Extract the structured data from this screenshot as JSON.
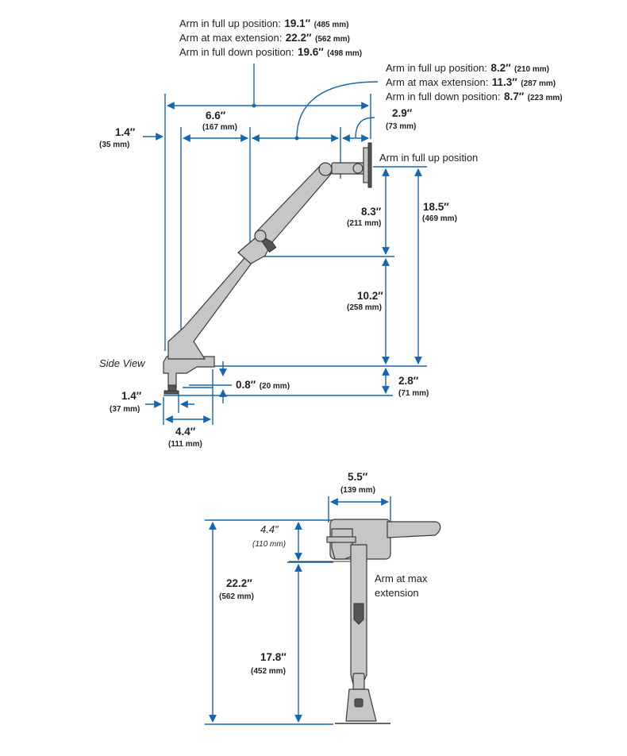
{
  "top_callout": {
    "line1_text": "Arm in full up position:",
    "line1_value": "19.1″",
    "line1_unit": "(485 mm)",
    "line2_text": "Arm at max extension:",
    "line2_value": "22.2″",
    "line2_unit": "(562 mm)",
    "line3_text": "Arm in full down position:",
    "line3_value": "19.6″",
    "line3_unit": "(498 mm)"
  },
  "right_callout": {
    "line1_text": "Arm in full up position:",
    "line1_value": "8.2″",
    "line1_unit": "(210 mm)",
    "line2_text": "Arm at max extension:",
    "line2_value": "11.3″",
    "line2_unit": "(287 mm)",
    "line3_text": "Arm in full down position:",
    "line3_value": "8.7″",
    "line3_unit": "(223 mm)"
  },
  "side_view": {
    "title": "Side View",
    "full_up_label": "Arm in full up position",
    "dims": {
      "d1_4_top": {
        "value": "1.4″",
        "unit": "(35 mm)"
      },
      "d6_6": {
        "value": "6.6″",
        "unit": "(167 mm)"
      },
      "d2_9": {
        "value": "2.9″",
        "unit": "(73 mm)"
      },
      "d8_3": {
        "value": "8.3″",
        "unit": "(211 mm)"
      },
      "d18_5": {
        "value": "18.5″",
        "unit": "(469 mm)"
      },
      "d10_2": {
        "value": "10.2″",
        "unit": "(258 mm)"
      },
      "d2_8": {
        "value": "2.8″",
        "unit": "(71 mm)"
      },
      "d0_8": {
        "value": "0.8″",
        "unit": "(20 mm)"
      },
      "d1_4_bottom": {
        "value": "1.4″",
        "unit": "(37 mm)"
      },
      "d4_4": {
        "value": "4.4″",
        "unit": "(111 mm)"
      }
    }
  },
  "top_view": {
    "max_extension_line1": "Arm at max",
    "max_extension_line2": "extension",
    "dims": {
      "d5_5": {
        "value": "5.5″",
        "unit": "(139 mm)"
      },
      "d4_4": {
        "value": "4.4″",
        "unit": "(110 mm)"
      },
      "d22_2": {
        "value": "22.2″",
        "unit": "(562 mm)"
      },
      "d17_8": {
        "value": "17.8″",
        "unit": "(452 mm)"
      }
    }
  },
  "colors": {
    "dimension_line": "#1565b0",
    "arm_fill": "#c6c6c6",
    "outline": "#3a3a3a"
  }
}
